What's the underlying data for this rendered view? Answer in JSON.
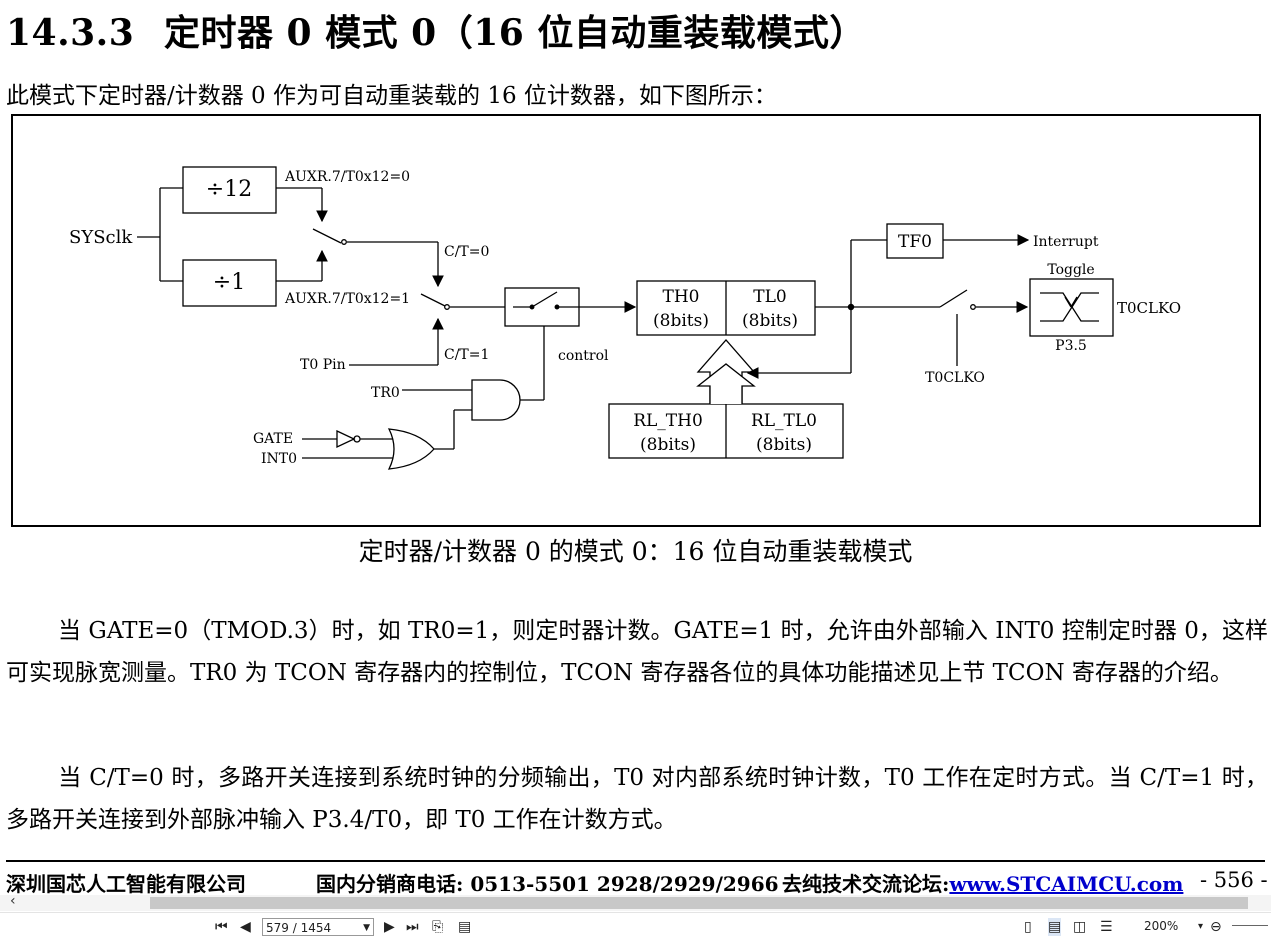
{
  "section": {
    "number": "14.3.3",
    "title": "定时器 0 模式 0（16 位自动重装载模式）"
  },
  "intro": "此模式下定时器/计数器 0 作为可自动重装载的 16 位计数器，如下图所示：",
  "diagram": {
    "sysclk": "SYSclk",
    "div12": "÷12",
    "div1": "÷1",
    "auxr_top": "AUXR.7/T0x12=0",
    "auxr_bottom": "AUXR.7/T0x12=1",
    "ct0": "C/T=0",
    "ct1": "C/T=1",
    "t0pin": "T0 Pin",
    "control": "control",
    "tr0": "TR0",
    "gate": "GATE",
    "int0": "INT0",
    "th0": "TH0",
    "tl0": "TL0",
    "bits8": "(8bits)",
    "rl_th0": "RL_TH0",
    "rl_tl0": "RL_TL0",
    "tf0": "TF0",
    "interrupt": "Interrupt",
    "toggle": "Toggle",
    "t0clko": "T0CLKO",
    "t0clko_out": "T0CLKO",
    "p35": "P3.5"
  },
  "caption": "定时器/计数器 0 的模式 0：16 位自动重装载模式",
  "paragraphs": [
    "当 GATE=0（TMOD.3）时，如 TR0=1，则定时器计数。GATE=1 时，允许由外部输入 INT0 控制定时器 0，这样可实现脉宽测量。TR0 为 TCON 寄存器内的控制位，TCON 寄存器各位的具体功能描述见上节 TCON 寄存器的介绍。",
    "当 C/T=0 时，多路开关连接到系统时钟的分频输出，T0 对内部系统时钟计数，T0 工作在定时方式。当 C/T=1 时，多路开关连接到外部脉冲输入 P3.4/T0，即 T0 工作在计数方式。"
  ],
  "footer": {
    "company": "深圳国芯人工智能有限公司",
    "phone": "国内分销商电话: 0513-5501 2928/2929/2966",
    "forum_label": "去纯技术交流论坛:",
    "forum_url": "www.STCAIMCU.com",
    "page": "- 556 -"
  },
  "viewer": {
    "page_field": "579 / 1454",
    "zoom": "200%",
    "icons": [
      "first-page-icon",
      "prev-page-icon",
      "next-page-icon",
      "last-page-icon",
      "copy-icon",
      "paste-icon",
      "single-page-icon",
      "continuous-icon",
      "facing-icon",
      "book-view-icon",
      "zoom-dropdown-icon",
      "zoom-out-icon"
    ]
  }
}
